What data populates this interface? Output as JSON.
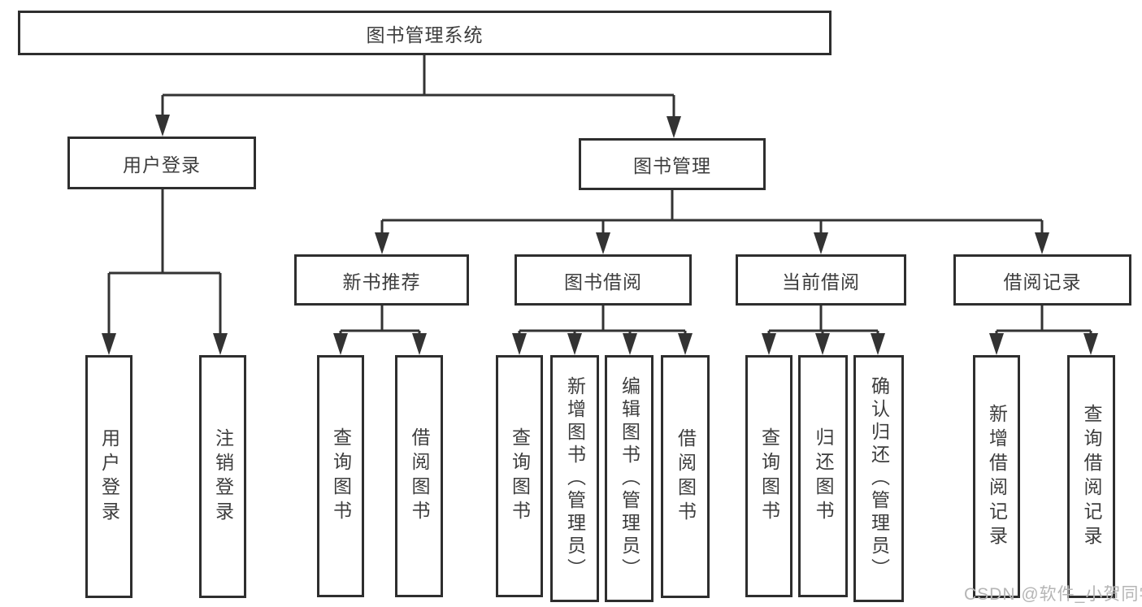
{
  "tree": {
    "root": {
      "label": "图书管理系统"
    },
    "branches": [
      {
        "label": "用户登录",
        "children": [
          {
            "label": "用户登录"
          },
          {
            "label": "注销登录"
          }
        ]
      },
      {
        "label": "图书管理",
        "children": [
          {
            "label": "新书推荐",
            "children": [
              {
                "label": "查询图书"
              },
              {
                "label": "借阅图书"
              }
            ]
          },
          {
            "label": "图书借阅",
            "children": [
              {
                "label": "查询图书"
              },
              {
                "label": "新增图书（管理员）"
              },
              {
                "label": "编辑图书（管理员）"
              },
              {
                "label": "借阅图书"
              }
            ]
          },
          {
            "label": "当前借阅",
            "children": [
              {
                "label": "查询图书"
              },
              {
                "label": "归还图书"
              },
              {
                "label": "确认归还（管理员）"
              }
            ]
          },
          {
            "label": "借阅记录",
            "children": [
              {
                "label": "新增借阅记录"
              },
              {
                "label": "查询借阅记录"
              }
            ]
          }
        ]
      }
    ]
  },
  "watermark": {
    "text": "CSDN @软件_小贺同学"
  },
  "colors": {
    "line": "#333333",
    "border": "#2e2e2e",
    "text": "#3d3d3d",
    "watermark": "#b5b5b5",
    "background": "#ffffff"
  }
}
